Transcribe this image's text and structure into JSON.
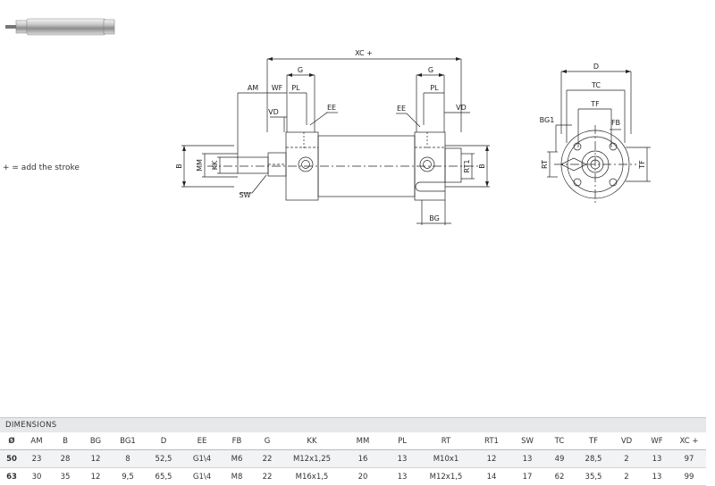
{
  "note": "+ = add the stroke",
  "labels": {
    "xc": "XC +",
    "g": "G",
    "pl": "PL",
    "am": "AM",
    "wf": "WF",
    "vd": "VD",
    "ee": "EE",
    "b": "B",
    "mm": "MM",
    "kk": "KK",
    "sw": "SW",
    "rt1": "RT1",
    "bg": "BG",
    "d": "D",
    "tc": "TC",
    "tf": "TF",
    "bg1": "BG1",
    "fb": "FB",
    "rt": "RT"
  },
  "table": {
    "title": "DIMENSIONS",
    "headers": [
      "Ø",
      "AM",
      "B",
      "BG",
      "BG1",
      "D",
      "EE",
      "FB",
      "G",
      "KK",
      "MM",
      "PL",
      "RT",
      "RT1",
      "SW",
      "TC",
      "TF",
      "VD",
      "WF",
      "XC +"
    ],
    "rows": [
      [
        "50",
        "23",
        "28",
        "12",
        "8",
        "52,5",
        "G1\\4",
        "M6",
        "22",
        "M12x1,25",
        "16",
        "13",
        "M10x1",
        "12",
        "13",
        "49",
        "28,5",
        "2",
        "13",
        "97"
      ],
      [
        "63",
        "30",
        "35",
        "12",
        "9,5",
        "65,5",
        "G1\\4",
        "M8",
        "22",
        "M16x1,5",
        "20",
        "13",
        "M12x1,5",
        "14",
        "17",
        "62",
        "35,5",
        "2",
        "13",
        "99"
      ]
    ]
  }
}
